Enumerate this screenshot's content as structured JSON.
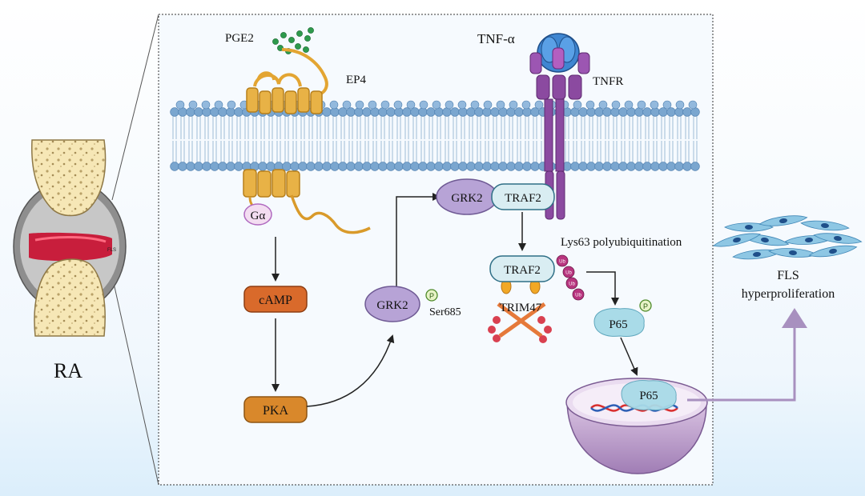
{
  "joint": {
    "label": "RA",
    "tag": "FLS"
  },
  "ligands": {
    "pge2": "PGE2",
    "tnf": "TNF-α"
  },
  "receptors": {
    "ep4": "EP4",
    "tnfr": "TNFR"
  },
  "proteins": {
    "g_alpha": "Gα",
    "camp": "cAMP",
    "pka": "PKA",
    "grk2_phos": "GRK2",
    "grk2_complex": "GRK2",
    "traf2_complex": "TRAF2",
    "traf2_ub": "TRAF2",
    "trim47": "TRIM47",
    "p65_cyto": "P65",
    "p65_nucleus": "P65"
  },
  "modifications": {
    "phospho_mark": "P",
    "ser685": "Ser685",
    "ub_mark": "Ub",
    "lys63": "Lys63 polyubiquitination"
  },
  "outcome": {
    "line1": "FLS",
    "line2": "hyperproliferation"
  },
  "colors": {
    "cell_bg": "#f3f8fc",
    "membrane_head": "#7aa6cf",
    "ep4": "#e3a532",
    "tnf": "#3f86d1",
    "tnfr": "#8b4aa0",
    "grk2": "#b7a3d6",
    "traf2": "#d9edf2",
    "camp": "#d9682a",
    "pka": "#d9862a",
    "ub": "#b8357f",
    "p65": "#a9dbe8",
    "nucleus": "#c6a6d2",
    "outcome_arrow": "#a890bf",
    "pge2": "#2e9a4c"
  }
}
